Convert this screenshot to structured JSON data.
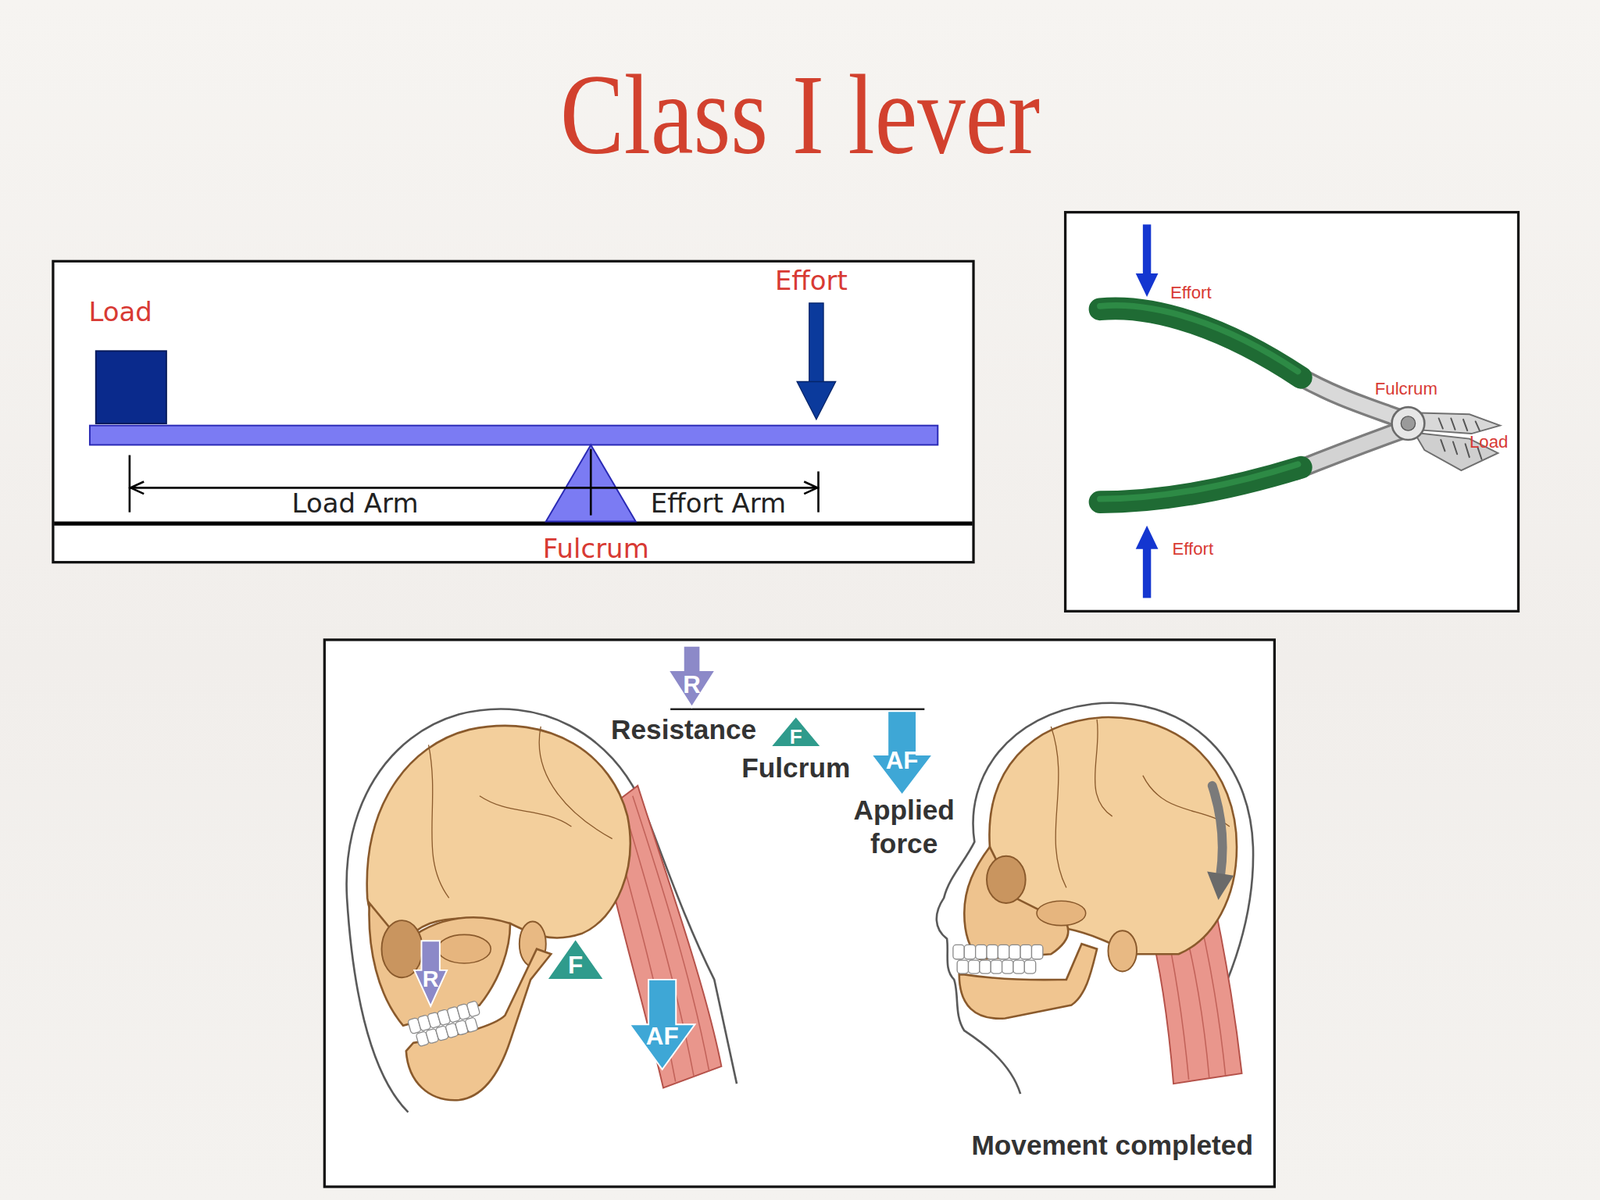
{
  "diagram": {
    "title": "Class I lever",
    "nodes": [
      {
        "text": [
          "R"
        ]
      },
      {
        "text": [
          "F"
        ]
      },
      {
        "text": [
          "AF"
        ]
      },
      {
        "text": [
          "F"
        ]
      },
      {
        "text": [
          "R"
        ]
      },
      {
        "text": [
          "AF"
        ]
      }
    ],
    "labels": [
      "Load",
      "Effort",
      "Load Arm",
      "Effort Arm",
      "Fulcrum",
      "Effort",
      "Fulcrum",
      "Load",
      "Effort",
      "Resistance",
      "Fulcrum",
      "Applied force",
      "Movement completed"
    ]
  }
}
